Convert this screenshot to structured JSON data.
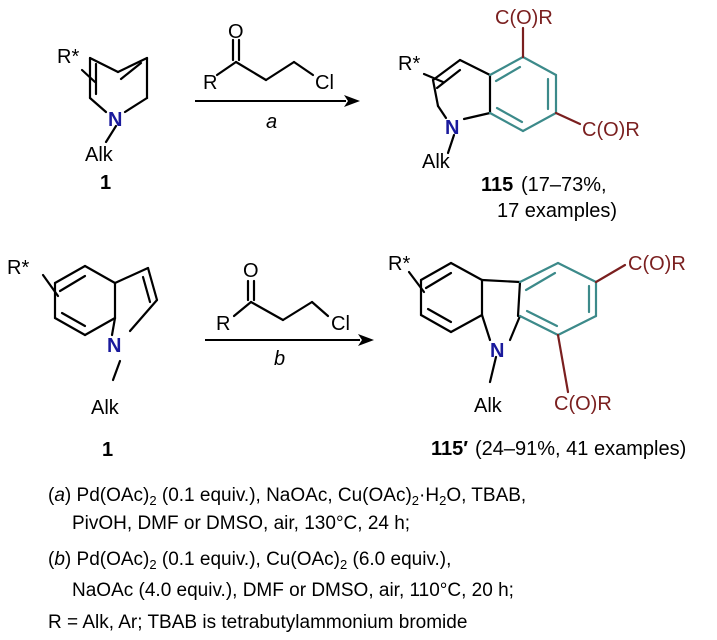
{
  "scheme_a": {
    "reactant_substituent": "R*",
    "reactant_nitrogen": "N",
    "reactant_alkyl": "Alk",
    "reactant_label": "1",
    "reagent_r": "R",
    "reagent_o": "O",
    "reagent_cl": "Cl",
    "arrow_label": "a",
    "product_substituent": "R*",
    "product_nitrogen": "N",
    "product_alkyl": "Alk",
    "product_group_top": "C(O)R",
    "product_group_right": "C(O)R",
    "product_label": "115",
    "product_yield": "(17–73%,",
    "product_examples": "17 examples)"
  },
  "scheme_b": {
    "reactant_substituent": "R*",
    "reactant_nitrogen": "N",
    "reactant_alkyl": "Alk",
    "reactant_label": "1",
    "reagent_r": "R",
    "reagent_o": "O",
    "reagent_cl": "Cl",
    "arrow_label": "b",
    "product_substituent": "R*",
    "product_nitrogen": "N",
    "product_alkyl": "Alk",
    "product_group_top": "C(O)R",
    "product_group_bottom": "C(O)R",
    "product_label": "115′",
    "product_yield": "(24–91%, 41 examples)"
  },
  "conditions": {
    "a_tag": "a",
    "a_line1_p1": "Pd(OAc)",
    "a_line1_p2": " (0.1 equiv.), NaOAc, Cu(OAc)",
    "a_line1_p3": "·H",
    "a_line1_p4": "O, TBAB,",
    "a_line2": "PivOH, DMF or  DMSO, air, 130°C, 24 h;",
    "b_tag": "b",
    "b_line1_p1": "Pd(OAc)",
    "b_line1_p2": " (0.1 equiv.), Cu(OAc)",
    "b_line1_p3": " (6.0 equiv.),",
    "b_line2": "NaOAc (4.0 equiv.), DMF or DMSO, air, 110°C, 20 h;",
    "footnote": "R = Alk, Ar; TBAB is tetrabutylammonium bromide",
    "sub_2": "2"
  },
  "colors": {
    "bond": "#000000",
    "nitrogen": "#1a1a9c",
    "new_ring": "#3c8a8a",
    "acyl_group": "#7a1f1f"
  }
}
